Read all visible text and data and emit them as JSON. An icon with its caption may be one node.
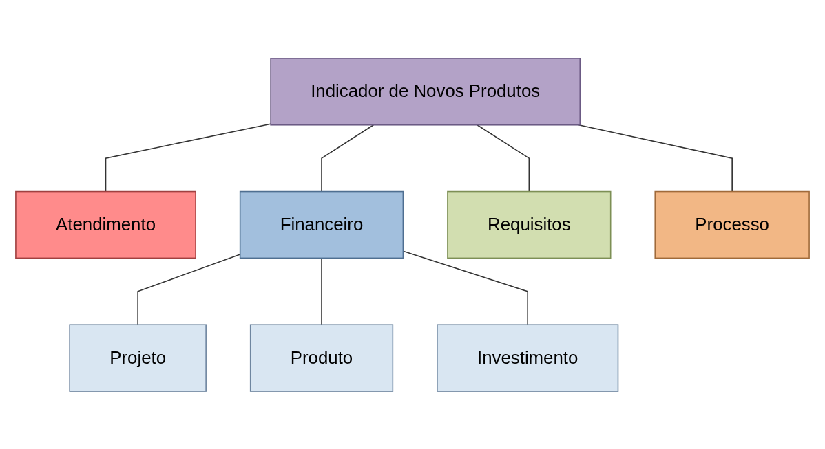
{
  "diagram": {
    "nodes": [
      {
        "text": [
          "Indicador de Novos Produtos"
        ]
      },
      {
        "text": [
          "Atendimento"
        ]
      },
      {
        "text": [
          "Financeiro"
        ]
      },
      {
        "text": [
          "Requisitos"
        ]
      },
      {
        "text": [
          "Processo"
        ]
      },
      {
        "text": [
          "Projeto"
        ]
      },
      {
        "text": [
          "Produto"
        ]
      },
      {
        "text": [
          "Investimento"
        ]
      }
    ],
    "edges": [
      {
        "from": 0,
        "to": 1,
        "arrow": "none"
      },
      {
        "from": 0,
        "to": 2,
        "arrow": "none"
      },
      {
        "from": 0,
        "to": 3,
        "arrow": "none"
      },
      {
        "from": 0,
        "to": 4,
        "arrow": "none"
      },
      {
        "from": 2,
        "to": 5,
        "arrow": "none"
      },
      {
        "from": 2,
        "to": 6,
        "arrow": "none"
      },
      {
        "from": 2,
        "to": 7,
        "arrow": "none"
      }
    ]
  }
}
